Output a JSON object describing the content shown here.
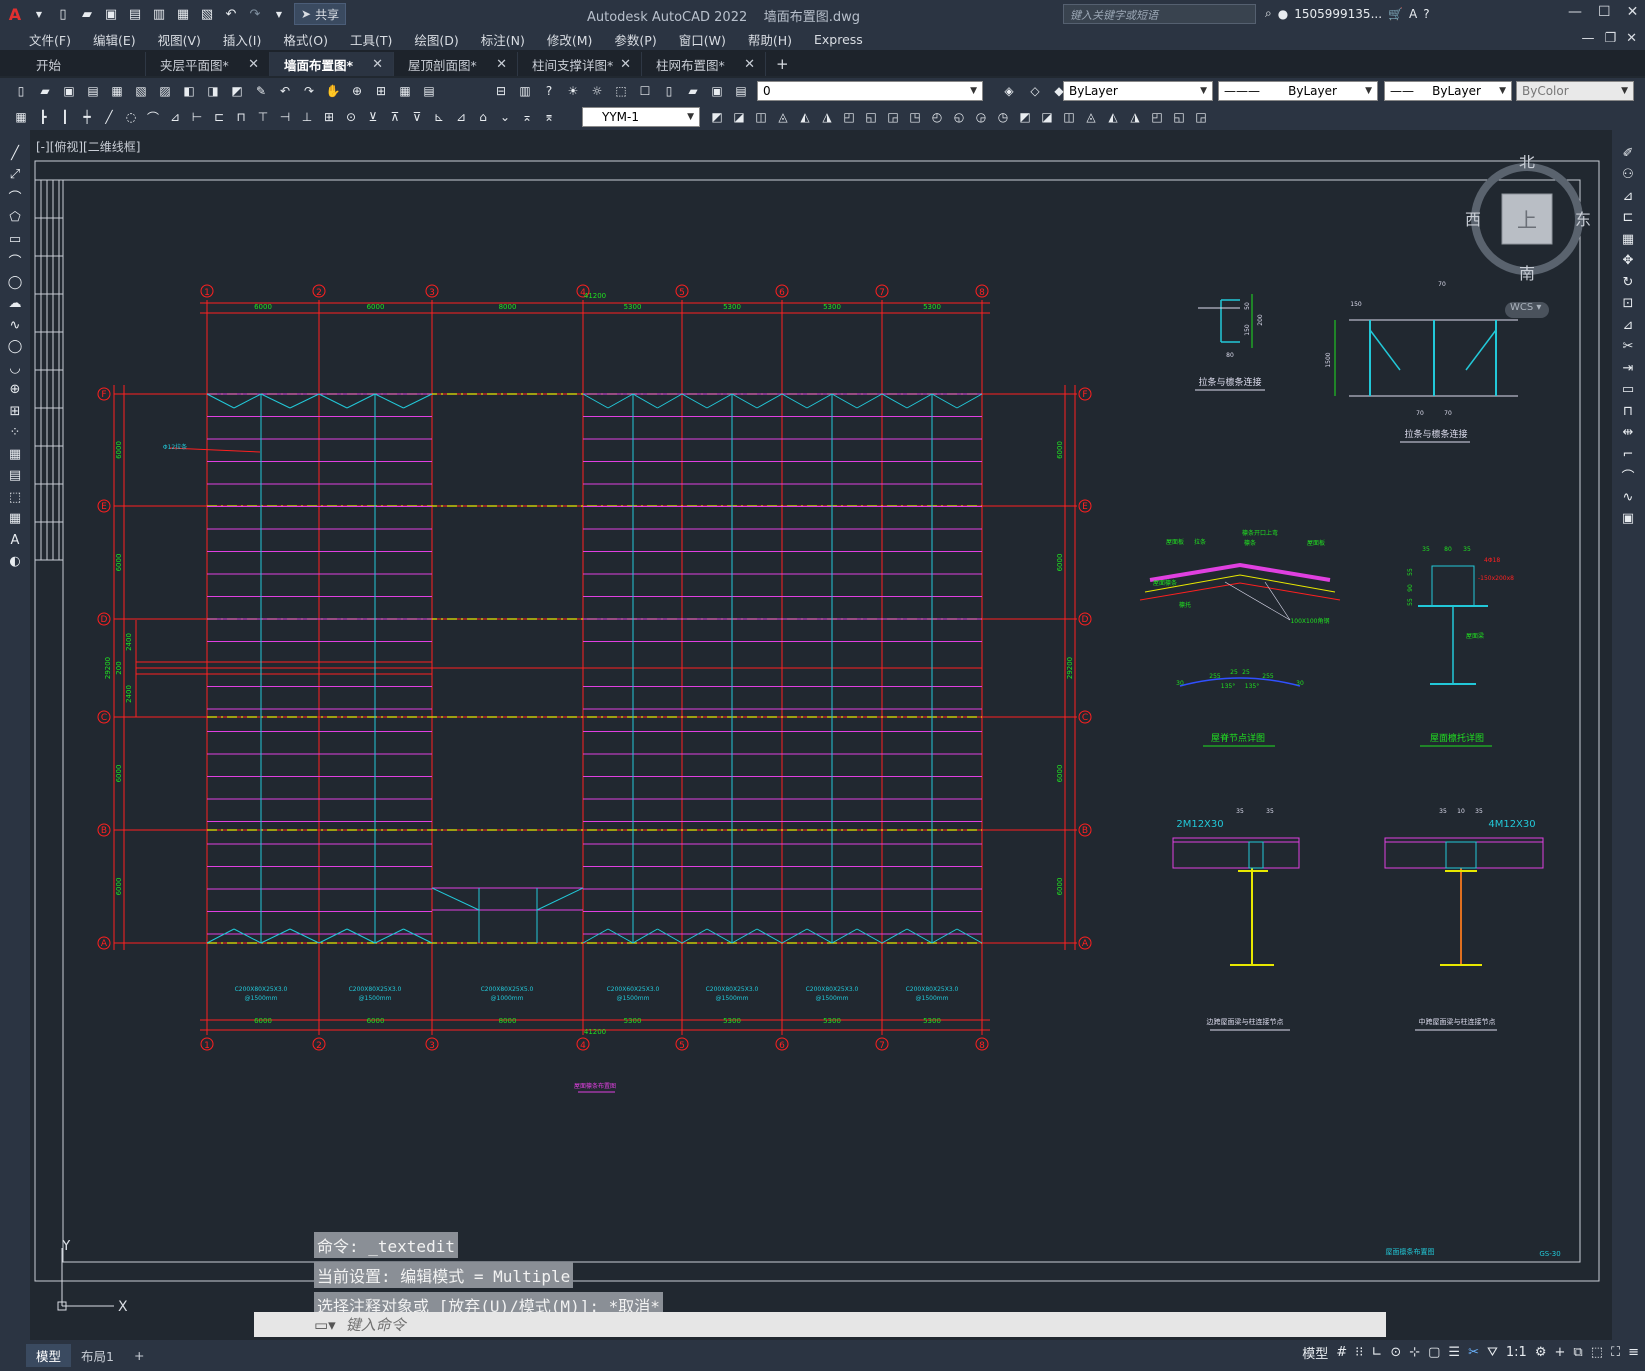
{
  "app": {
    "title": "Autodesk AutoCAD 2022    墙面布置图.dwg",
    "search_placeholder": "键入关键字或短语",
    "user": "1505999135...",
    "share_label": "共享"
  },
  "menu": [
    "文件(F)",
    "编辑(E)",
    "视图(V)",
    "插入(I)",
    "格式(O)",
    "工具(T)",
    "绘图(D)",
    "标注(N)",
    "修改(M)",
    "参数(P)",
    "窗口(W)",
    "帮助(H)",
    "Express"
  ],
  "tabs": [
    {
      "label": "开始",
      "closable": false,
      "active": false
    },
    {
      "label": "夹层平面图*",
      "closable": true,
      "active": false
    },
    {
      "label": "墙面布置图*",
      "closable": true,
      "active": true
    },
    {
      "label": "屋顶剖面图*",
      "closable": true,
      "active": false
    },
    {
      "label": "柱间支撑详图*",
      "closable": true,
      "active": false
    },
    {
      "label": "柱网布置图*",
      "closable": true,
      "active": false
    }
  ],
  "toolbar": {
    "layer": "0",
    "color": "ByLayer",
    "linetype": "ByLayer",
    "lineweight": "ByLayer",
    "plotstyle": "ByColor",
    "dimstyle": "YYM-1"
  },
  "viewport_label": "[-][俯视][二维线框]",
  "compass": {
    "north": "北",
    "south": "南",
    "east": "东",
    "west": "西",
    "top": "上",
    "wcs": "WCS"
  },
  "drawing": {
    "col_labels": [
      "1",
      "2",
      "3",
      "4",
      "5",
      "6",
      "7",
      "8"
    ],
    "row_labels": [
      "F",
      "E",
      "D",
      "C",
      "B",
      "A"
    ],
    "bay_dims": [
      "6000",
      "6000",
      "8000",
      "5300",
      "5300",
      "5300",
      "5300"
    ],
    "total_dim": "41200",
    "row_dims": [
      "6000",
      "6000",
      "6000",
      "6000",
      "6000"
    ],
    "mid_dims": [
      "2400",
      "200",
      "2400"
    ],
    "total_row_dim": "29200",
    "purlin_specs": [
      [
        "C200X80X25X3.0",
        "@1500mm"
      ],
      [
        "C200X80X25X3.0",
        "@1500mm"
      ],
      [
        "C200X80X25X5.0",
        "@1000mm"
      ],
      [
        "C200X60X25X3.0",
        "@1500mm"
      ],
      [
        "C200X80X25X3.0",
        "@1500mm"
      ],
      [
        "C200X80X25X3.0",
        "@1500mm"
      ],
      [
        "C200X80X25X3.0",
        "@1500mm"
      ]
    ],
    "rod_label": "Φ12拉条",
    "plan_title": "屋面檩条布置图",
    "detail_titles": [
      "拉条与檩条连接",
      "拉条与檩条连接",
      "屋脊节点详图",
      "屋面檩托详图",
      "边跨屋面梁与柱连接节点",
      "中跨屋面梁与柱连接节点"
    ],
    "detail_dims_a": [
      "50",
      "150",
      "200",
      "80"
    ],
    "detail_dims_b": [
      "150",
      "70",
      "1500",
      "70",
      "70"
    ],
    "ridge_labels": [
      "屋面板",
      "拉条",
      "檩条开口上弯",
      "檩条",
      "屋面檩条",
      "檩托",
      "100X100角钢"
    ],
    "ridge_dims": [
      "30",
      "255",
      "25",
      "25",
      "255",
      "30",
      "135°",
      "135°"
    ],
    "bracket_dims": [
      "35",
      "80",
      "35",
      "55",
      "90",
      "55"
    ],
    "bracket_labels": [
      "4Φ18",
      "-150x200x8",
      "屋面梁"
    ],
    "bolt_a": "2M12X30",
    "bolt_b": "4M12X30",
    "bolt_dims_a": [
      "35",
      "35"
    ],
    "bolt_dims_b": [
      "35",
      "10",
      "35"
    ],
    "frame_title": "屋面檩条布置图",
    "frame_no": "GS-30"
  },
  "command": {
    "history": [
      "命令: _textedit",
      "当前设置: 编辑模式 = Multiple",
      "选择注释对象或 [放弃(U)/模式(M)]: *取消*"
    ],
    "placeholder": "键入命令"
  },
  "status": {
    "layout_tabs": [
      "模型",
      "布局1"
    ],
    "model_label": "模型",
    "scale": "1:1"
  },
  "colors": {
    "grid": "#ff2020",
    "axis": "#e8e800",
    "column": "#22c8d8",
    "purlin": "#e040e0",
    "dim": "#20e020"
  }
}
